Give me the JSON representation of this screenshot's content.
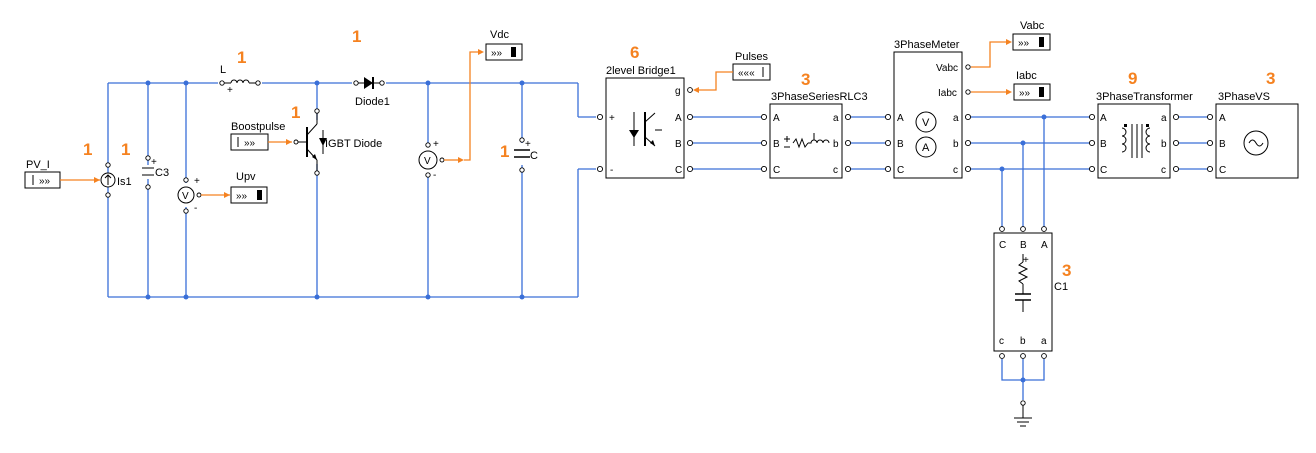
{
  "colors": {
    "wire": "#3a6fd8",
    "signal": "#f58220",
    "annotation": "#f58220",
    "block": "#000000"
  },
  "labels": {
    "pv": "PV_I",
    "is1": "Is1",
    "c3": "C3",
    "upv": "Upv",
    "l": "L",
    "boostpulse": "Boostpulse",
    "igbt": "IGBT Diode",
    "diode": "Diode1",
    "vdc": "Vdc",
    "c": "C",
    "bridge": "2level Bridge1",
    "pulses": "Pulses",
    "rlc": "3PhaseSeriesRLC3",
    "meter": "3PhaseMeter",
    "vabc": "Vabc",
    "iabc": "Iabc",
    "transformer": "3PhaseTransformer",
    "vs": "3PhaseVS",
    "c1": "C1",
    "vm_sym": "V",
    "am_sym": "A"
  },
  "ports": {
    "bridge_g": "g",
    "bridge_plus": "+",
    "bridge_minus": "-",
    "A": "A",
    "B": "B",
    "C": "C",
    "a": "a",
    "b": "b",
    "c": "c",
    "m_vabc": "Vabc",
    "m_iabc": "Iabc"
  },
  "annotations": {
    "pv_source": "1",
    "c3": "1",
    "inductor": "1",
    "diode": "1",
    "igbt": "1",
    "c_dc": "1",
    "bridge": "6",
    "rlc": "3",
    "transformer": "9",
    "vs": "3",
    "c1": "3"
  }
}
